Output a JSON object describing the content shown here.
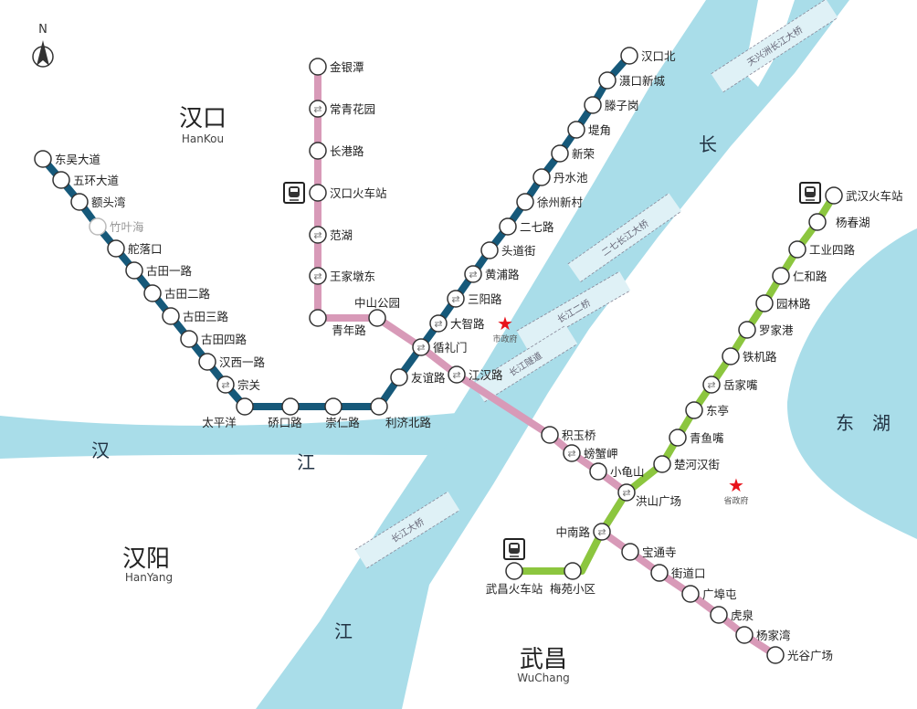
{
  "compass": {
    "label": "N"
  },
  "districts": [
    {
      "zh": "汉口",
      "en": "HanKou"
    },
    {
      "zh": "汉阳",
      "en": "HanYang"
    },
    {
      "zh": "武昌",
      "en": "WuChang"
    }
  ],
  "water_labels": [
    "长",
    "汉",
    "江",
    "江",
    "东　湖"
  ],
  "bridges": [
    "天兴洲长江大桥",
    "二七长江大桥",
    "长江二桥",
    "长江隧道",
    "长江大桥"
  ],
  "landmarks": [
    {
      "label": "市政府",
      "icon": "star-icon",
      "color": "#e8131b"
    },
    {
      "label": "省政府",
      "icon": "star-icon",
      "color": "#e8131b"
    }
  ],
  "colors": {
    "water": "#a9dde9",
    "bridge": "#dff1f6"
  },
  "lines": [
    {
      "id": "line-1",
      "color": "#16597a",
      "stations": [
        {
          "name": "东吴大道"
        },
        {
          "name": "五环大道"
        },
        {
          "name": "额头湾"
        },
        {
          "name": "竹叶海",
          "inactive": true
        },
        {
          "name": "舵落口"
        },
        {
          "name": "古田一路"
        },
        {
          "name": "古田二路"
        },
        {
          "name": "古田三路"
        },
        {
          "name": "古田四路"
        },
        {
          "name": "汉西一路"
        },
        {
          "name": "宗关",
          "transfer": true
        },
        {
          "name": "太平洋"
        },
        {
          "name": "硚口路"
        },
        {
          "name": "崇仁路"
        },
        {
          "name": "利济北路"
        },
        {
          "name": "友谊路"
        },
        {
          "name": "循礼门",
          "transfer": true
        },
        {
          "name": "大智路",
          "transfer": true
        },
        {
          "name": "三阳路",
          "transfer": true
        },
        {
          "name": "黄浦路",
          "transfer": true
        },
        {
          "name": "头道街"
        },
        {
          "name": "二七路"
        },
        {
          "name": "徐州新村"
        },
        {
          "name": "丹水池"
        },
        {
          "name": "新荣"
        },
        {
          "name": "堤角"
        },
        {
          "name": "滕子岗"
        },
        {
          "name": "滠口新城"
        },
        {
          "name": "汉口北"
        }
      ]
    },
    {
      "id": "line-2",
      "color": "#d89ab8",
      "stations": [
        {
          "name": "金银潭"
        },
        {
          "name": "常青花园",
          "transfer": true
        },
        {
          "name": "长港路"
        },
        {
          "name": "汉口火车站",
          "train": true
        },
        {
          "name": "范湖",
          "transfer": true
        },
        {
          "name": "王家墩东",
          "transfer": true
        },
        {
          "name": "青年路"
        },
        {
          "name": "中山公园"
        },
        {
          "name": "循礼门",
          "transfer": true
        },
        {
          "name": "江汉路",
          "transfer": true
        },
        {
          "name": "积玉桥"
        },
        {
          "name": "螃蟹岬",
          "transfer": true
        },
        {
          "name": "小龟山"
        },
        {
          "name": "洪山广场",
          "transfer": true
        },
        {
          "name": "中南路",
          "transfer": true
        },
        {
          "name": "宝通寺"
        },
        {
          "name": "街道口"
        },
        {
          "name": "广埠屯"
        },
        {
          "name": "虎泉"
        },
        {
          "name": "杨家湾"
        },
        {
          "name": "光谷广场"
        }
      ]
    },
    {
      "id": "line-4",
      "color": "#8cc63f",
      "stations": [
        {
          "name": "武汉火车站",
          "train": true
        },
        {
          "name": "杨春湖"
        },
        {
          "name": "工业四路"
        },
        {
          "name": "仁和路"
        },
        {
          "name": "园林路"
        },
        {
          "name": "罗家港"
        },
        {
          "name": "铁机路"
        },
        {
          "name": "岳家嘴",
          "transfer": true
        },
        {
          "name": "东亭"
        },
        {
          "name": "青鱼嘴"
        },
        {
          "name": "楚河汉街"
        },
        {
          "name": "洪山广场",
          "transfer": true
        },
        {
          "name": "中南路",
          "transfer": true
        },
        {
          "name": "梅苑小区"
        },
        {
          "name": "武昌火车站",
          "train": true
        }
      ]
    }
  ]
}
